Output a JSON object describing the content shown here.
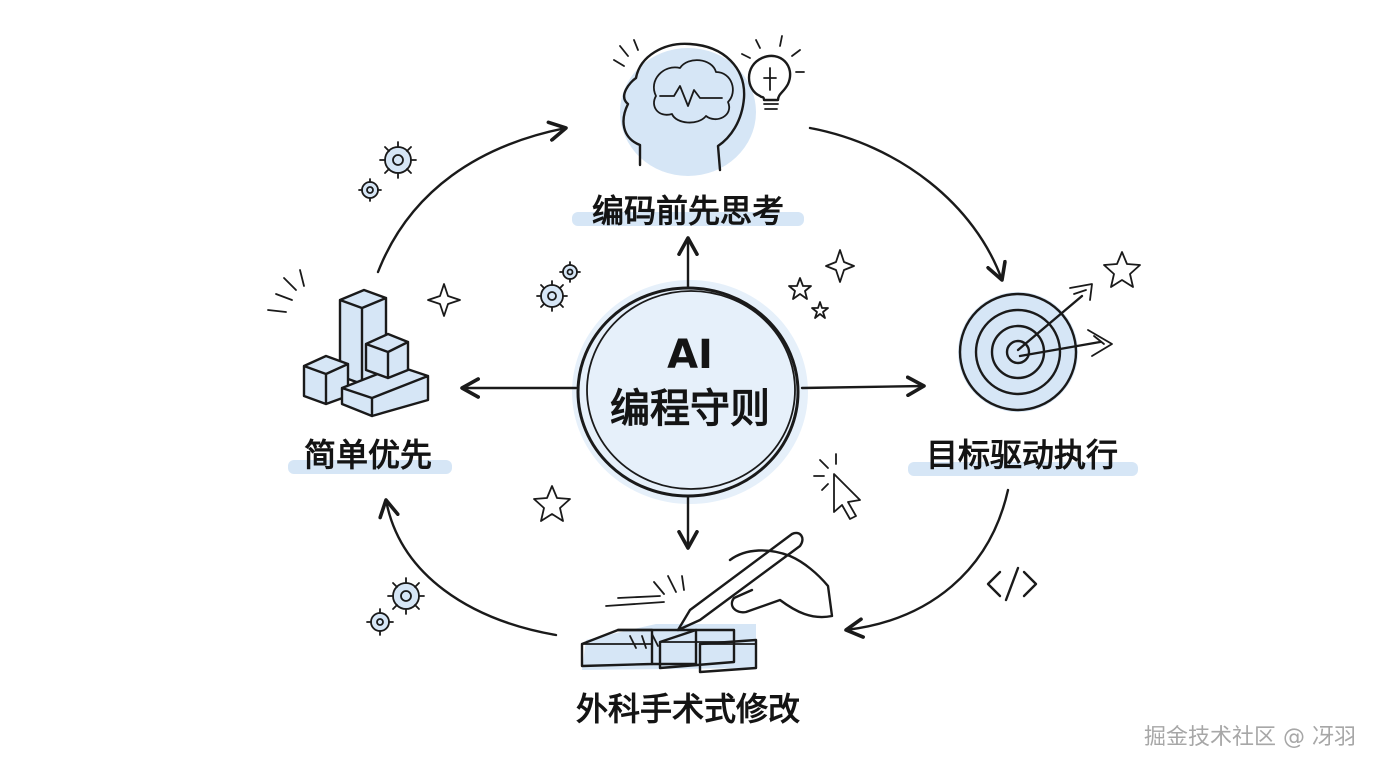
{
  "center": {
    "line1": "AI",
    "line2": "编程守则"
  },
  "nodes": {
    "top": {
      "label": "编码前先思考",
      "icon": "brain-head-icon"
    },
    "right": {
      "label": "目标驱动执行",
      "icon": "target-icon"
    },
    "bottom": {
      "label": "外科手术式修改",
      "icon": "scalpel-blocks-icon"
    },
    "left": {
      "label": "简单优先",
      "icon": "cubes-icon"
    }
  },
  "watermark": "掘金技术社区 @ 冴羽",
  "colors": {
    "ink": "#1a1a1a",
    "accent": "#d6e6f6",
    "background": "#ffffff"
  }
}
